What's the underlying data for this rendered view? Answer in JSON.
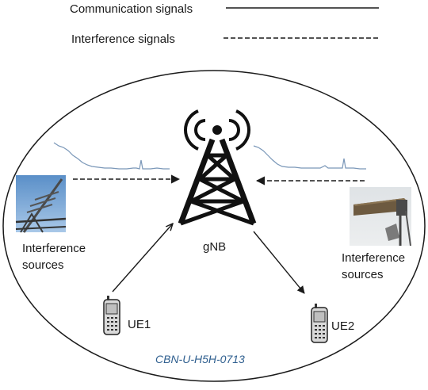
{
  "legend": {
    "communication_label": "Communication signals",
    "interference_label": "Interference signals"
  },
  "base_station": {
    "label": "gNB"
  },
  "interference_left": {
    "line1": "Interference",
    "line2": "sources"
  },
  "interference_right": {
    "line1": "Interference",
    "line2": "sources"
  },
  "ue1": {
    "label": "UE1"
  },
  "ue2": {
    "label": "UE2"
  },
  "watermark": "CBN-U-H5H-0713",
  "colors": {
    "line": "#1a1a1a",
    "spectrum": "#7a97b8",
    "sky": "#6f9fd0",
    "watermark": "#2f5f8f"
  },
  "icons": {
    "tower": "cell-tower-icon",
    "phone": "mobile-phone-icon",
    "antenna_left": "antenna-photo",
    "antenna_right": "panel-antenna-photo"
  }
}
